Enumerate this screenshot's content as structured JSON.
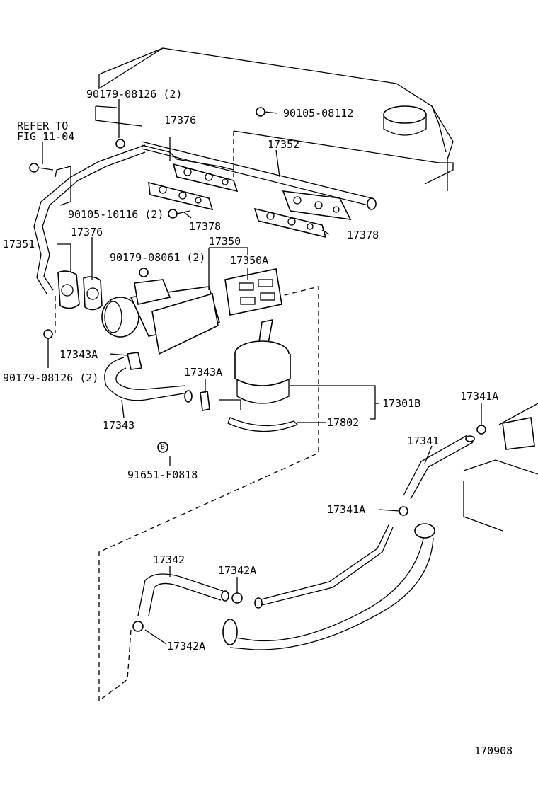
{
  "diagram_id": "170908",
  "refer": {
    "line1": "REFER TO",
    "line2": "FIG 11-04"
  },
  "labels": {
    "p90179_08126_top": "90179-08126 (2)",
    "p90105_08112": "90105-08112",
    "p17376_top": "17376",
    "p17352": "17352",
    "p90105_10116": "90105-10116 (2)",
    "p17378_a": "17378",
    "p17378_b": "17378",
    "p17351": "17351",
    "p17376_mid": "17376",
    "p17350": "17350",
    "p90179_08061": "90179-08061 (2)",
    "p17350A": "17350A",
    "p17343A_a": "17343A",
    "p17343A_b": "17343A",
    "p90179_08126_bot": "90179-08126 (2)",
    "p17343": "17343",
    "p17301B": "17301B",
    "p17802": "17802",
    "p91651": "91651-F0818",
    "p17341A_top": "17341A",
    "p17341": "17341",
    "p17341A_mid": "17341A",
    "p17342": "17342",
    "p17342A_a": "17342A",
    "p17342A_b": "17342A"
  },
  "icons": {
    "engine": "engine-block-outline",
    "valve": "air-switching-valve",
    "filter": "air-filter-canister"
  }
}
